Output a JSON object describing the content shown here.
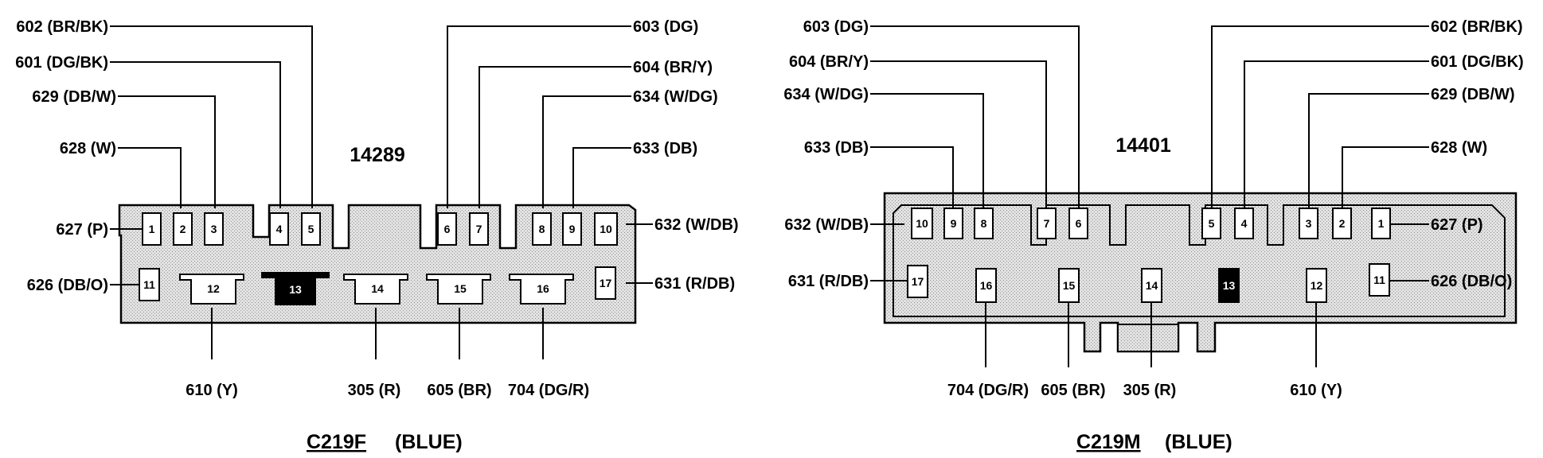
{
  "connectors": [
    {
      "name": "C219F",
      "color_text": "(BLUE)",
      "part_number": "14289",
      "pins": [
        {
          "pin": "1",
          "wire": "627 (P)"
        },
        {
          "pin": "2",
          "wire": "628 (W)"
        },
        {
          "pin": "3",
          "wire": "629 (DB/W)"
        },
        {
          "pin": "4",
          "wire": "601 (DG/BK)"
        },
        {
          "pin": "5",
          "wire": "602 (BR/BK)"
        },
        {
          "pin": "6",
          "wire": "603 (DG)"
        },
        {
          "pin": "7",
          "wire": "604 (BR/Y)"
        },
        {
          "pin": "8",
          "wire": "634 (W/DG)"
        },
        {
          "pin": "9",
          "wire": "633 (DB)"
        },
        {
          "pin": "10",
          "wire": "632 (W/DB)"
        },
        {
          "pin": "11",
          "wire": "626 (DB/O)"
        },
        {
          "pin": "12",
          "wire": "610 (Y)"
        },
        {
          "pin": "13",
          "wire": ""
        },
        {
          "pin": "14",
          "wire": "305 (R)"
        },
        {
          "pin": "15",
          "wire": "605 (BR)"
        },
        {
          "pin": "16",
          "wire": "704 (DG/R)"
        },
        {
          "pin": "17",
          "wire": "631 (R/DB)"
        }
      ]
    },
    {
      "name": "C219M",
      "color_text": "(BLUE)",
      "part_number": "14401",
      "pins": [
        {
          "pin": "1",
          "wire": "627 (P)"
        },
        {
          "pin": "2",
          "wire": "628 (W)"
        },
        {
          "pin": "3",
          "wire": "629 (DB/W)"
        },
        {
          "pin": "4",
          "wire": "601 (DG/BK)"
        },
        {
          "pin": "5",
          "wire": "602 (BR/BK)"
        },
        {
          "pin": "6",
          "wire": "603 (DG)"
        },
        {
          "pin": "7",
          "wire": "604 (BR/Y)"
        },
        {
          "pin": "8",
          "wire": "634 (W/DG)"
        },
        {
          "pin": "9",
          "wire": "633 (DB)"
        },
        {
          "pin": "10",
          "wire": "632 (W/DB)"
        },
        {
          "pin": "11",
          "wire": "626 (DB/O)"
        },
        {
          "pin": "12",
          "wire": "610 (Y)"
        },
        {
          "pin": "13",
          "wire": ""
        },
        {
          "pin": "14",
          "wire": "305 (R)"
        },
        {
          "pin": "15",
          "wire": "605 (BR)"
        },
        {
          "pin": "16",
          "wire": "704 (DG/R)"
        },
        {
          "pin": "17",
          "wire": "631 (R/DB)"
        }
      ]
    }
  ]
}
